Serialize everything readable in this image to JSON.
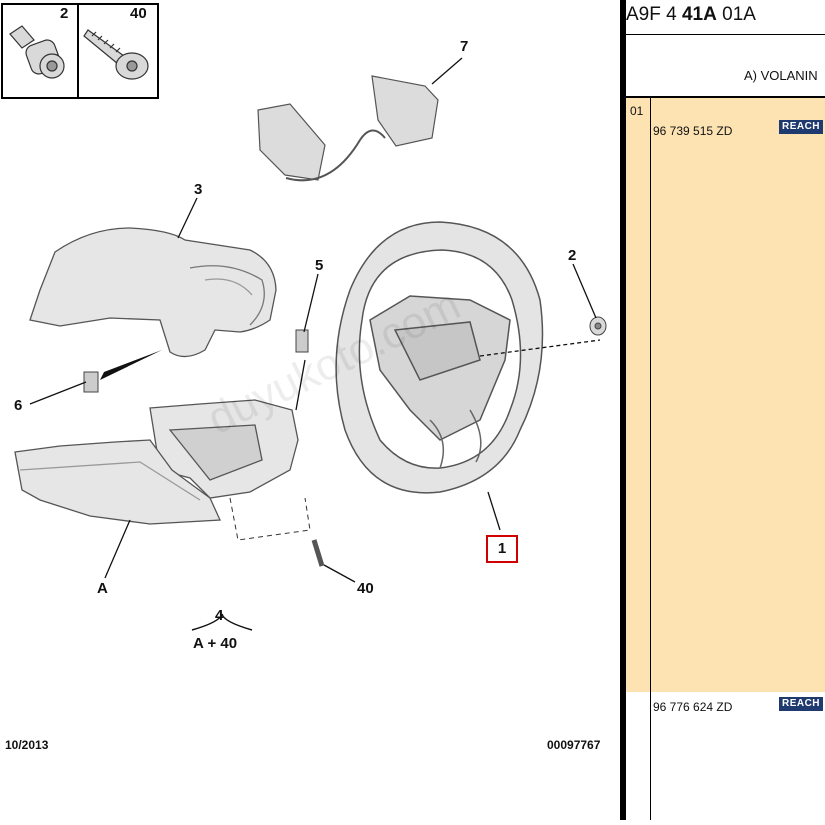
{
  "header": {
    "ref_prefix": "A9F 4 ",
    "ref_bold": "41A",
    "ref_suffix": " 01A",
    "section_title": "A) VOLANIN"
  },
  "callouts": {
    "box_2": "2",
    "box_40": "40",
    "c7": "7",
    "c3": "3",
    "c5": "5",
    "c2": "2",
    "c6": "6",
    "cA": "A",
    "c40": "40",
    "c1": "1"
  },
  "group": {
    "number": "4",
    "formula": "A + 40"
  },
  "footer": {
    "date": "10/2013",
    "doc_number": "00097767"
  },
  "watermark": "duyukoto.com",
  "parts": [
    {
      "row": "01",
      "part_number": "96 739 515 ZD",
      "badge": "REACH"
    },
    {
      "row": "",
      "part_number": "96 776 624 ZD",
      "badge": "REACH"
    }
  ],
  "colors": {
    "row_highlight": "#fde2b2",
    "badge": "#1e3a6e",
    "callout_border": "#d00000"
  }
}
